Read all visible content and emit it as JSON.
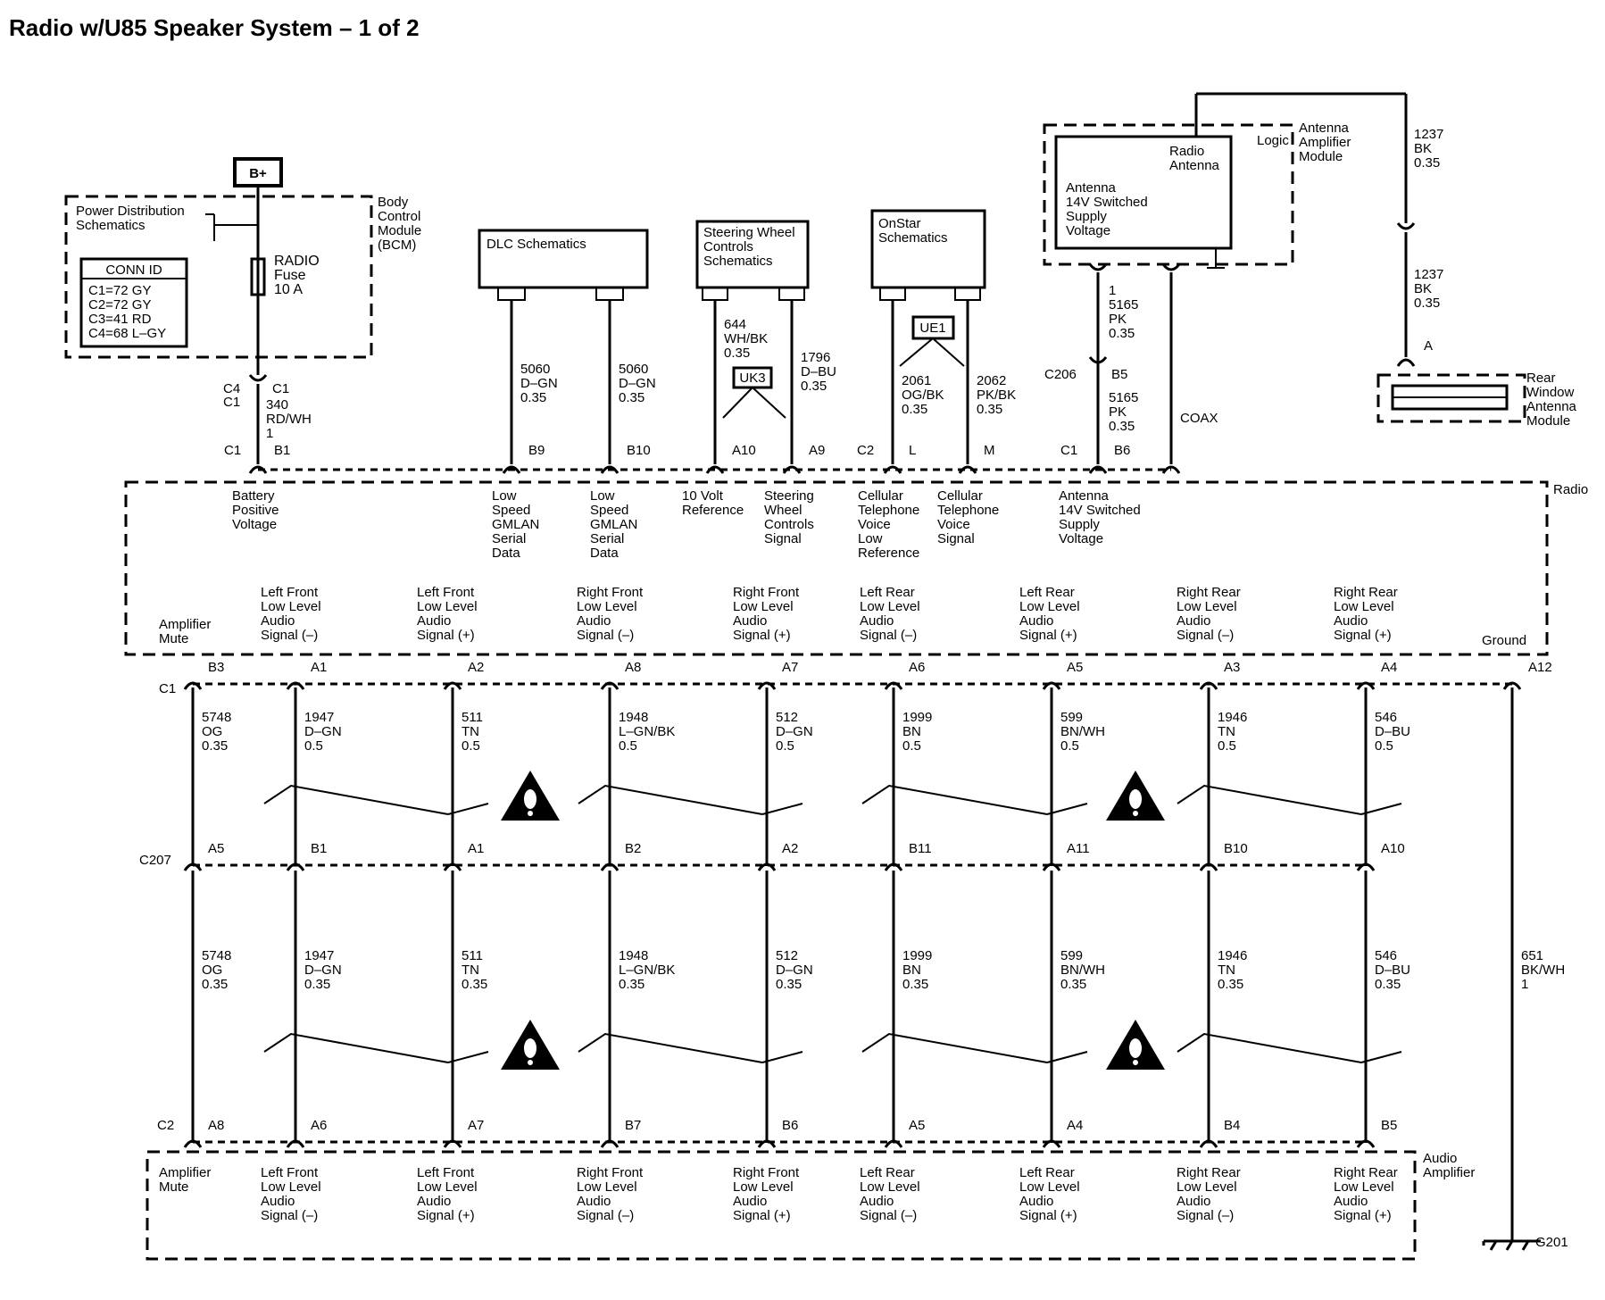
{
  "title": "Radio w/U85 Speaker System – 1 of 2",
  "diagram": {
    "top_boxes": {
      "b_plus": "B+",
      "bcm": {
        "label": [
          "Body",
          "Control",
          "Module",
          "(BCM)"
        ],
        "power_dist": [
          "Power Distribution",
          "Schematics"
        ],
        "fuse": [
          "RADIO",
          "Fuse",
          "10 A"
        ],
        "conn_id_title": "CONN ID",
        "conn_ids": [
          "C1=72 GY",
          "C2=72 GY",
          "C3=41 RD",
          "C4=68 L–GY"
        ]
      },
      "dlc": "DLC Schematics",
      "steering": [
        "Steering Wheel",
        "Controls",
        "Schematics"
      ],
      "onstar": [
        "OnStar",
        "Schematics"
      ],
      "antenna_module": {
        "label": [
          "Antenna",
          "Amplifier",
          "Module"
        ],
        "logic": "Logic",
        "radio_antenna": [
          "Radio",
          "Antenna"
        ],
        "supply": [
          "Antenna",
          "14V Switched",
          "Supply",
          "Voltage"
        ]
      },
      "rear_window": [
        "Rear",
        "Window",
        "Antenna",
        "Module"
      ],
      "uk3": "UK3",
      "ue1": "UE1"
    },
    "upper_wires": [
      {
        "text": [
          "C4",
          "C1"
        ],
        "lines": [
          "340",
          "RD/WH",
          "1"
        ]
      },
      {
        "lines": [
          "5060",
          "D–GN",
          "0.35"
        ]
      },
      {
        "lines": [
          "5060",
          "D–GN",
          "0.35"
        ]
      },
      {
        "lines": [
          "644",
          "WH/BK",
          "0.35"
        ]
      },
      {
        "lines": [
          "1796",
          "D–BU",
          "0.35"
        ]
      },
      {
        "lines": [
          "2061",
          "OG/BK",
          "0.35"
        ]
      },
      {
        "lines": [
          "2062",
          "PK/BK",
          "0.35"
        ]
      },
      {
        "lines": [
          "1",
          "5165",
          "PK",
          "0.35"
        ]
      },
      {
        "lines": [
          "5165",
          "PK",
          "0.35"
        ]
      },
      {
        "lines": [
          "1237",
          "BK",
          "0.35"
        ]
      },
      {
        "lines": [
          "1237",
          "BK",
          "0.35"
        ]
      }
    ],
    "misc_labels": {
      "c206": "C206",
      "b5": "B5",
      "coax": "COAX",
      "a": "A",
      "c1_b6": [
        "C1",
        "B6"
      ],
      "c2": "C2",
      "l": "L",
      "m": "M",
      "c1_b1": [
        "C1",
        "B1"
      ],
      "b9": "B9",
      "b10": "B10",
      "a10": "A10",
      "a9": "A9"
    },
    "radio": {
      "label": "Radio",
      "top_pins": [
        [
          "Battery",
          "Positive",
          "Voltage"
        ],
        [
          "Low",
          "Speed",
          "GMLAN",
          "Serial",
          "Data"
        ],
        [
          "Low",
          "Speed",
          "GMLAN",
          "Serial",
          "Data"
        ],
        [
          "10 Volt",
          "Reference"
        ],
        [
          "Steering",
          "Wheel",
          "Controls",
          "Signal"
        ],
        [
          "Cellular",
          "Telephone",
          "Voice",
          "Low",
          "Reference"
        ],
        [
          "Cellular",
          "Telephone",
          "Voice",
          "Signal"
        ],
        [
          "Antenna",
          "14V Switched",
          "Supply",
          "Voltage"
        ]
      ],
      "bottom_pins": [
        [
          "Amplifier",
          "Mute"
        ],
        [
          "Left Front",
          "Low Level",
          "Audio",
          "Signal (–)"
        ],
        [
          "Left Front",
          "Low Level",
          "Audio",
          "Signal (+)"
        ],
        [
          "Right Front",
          "Low Level",
          "Audio",
          "Signal (–)"
        ],
        [
          "Right Front",
          "Low Level",
          "Audio",
          "Signal (+)"
        ],
        [
          "Left Rear",
          "Low Level",
          "Audio",
          "Signal (–)"
        ],
        [
          "Left Rear",
          "Low Level",
          "Audio",
          "Signal (+)"
        ],
        [
          "Right Rear",
          "Low Level",
          "Audio",
          "Signal (–)"
        ],
        [
          "Right Rear",
          "Low Level",
          "Audio",
          "Signal (+)"
        ]
      ],
      "ground": "Ground"
    },
    "conn_rows": {
      "radio_c1": {
        "name": "C1",
        "pins": [
          "B3",
          "A1",
          "A2",
          "A8",
          "A7",
          "A6",
          "A5",
          "A3",
          "A4"
        ],
        "ground_pin": "A12"
      },
      "c207": {
        "name": "C207",
        "pins": [
          "A5",
          "B1",
          "A1",
          "B2",
          "A2",
          "B11",
          "A11",
          "B10",
          "A10"
        ]
      },
      "amp_c2": {
        "name": "C2",
        "pins": [
          "A8",
          "A6",
          "A7",
          "B7",
          "B6",
          "A5",
          "A4",
          "B4",
          "B5"
        ]
      }
    },
    "wires_mid": [
      [
        "5748",
        "OG",
        "0.35"
      ],
      [
        "1947",
        "D–GN",
        "0.5"
      ],
      [
        "511",
        "TN",
        "0.5"
      ],
      [
        "1948",
        "L–GN/BK",
        "0.5"
      ],
      [
        "512",
        "D–GN",
        "0.5"
      ],
      [
        "1999",
        "BN",
        "0.5"
      ],
      [
        "599",
        "BN/WH",
        "0.5"
      ],
      [
        "1946",
        "TN",
        "0.5"
      ],
      [
        "546",
        "D–BU",
        "0.5"
      ]
    ],
    "wires_low": [
      [
        "5748",
        "OG",
        "0.35"
      ],
      [
        "1947",
        "D–GN",
        "0.35"
      ],
      [
        "511",
        "TN",
        "0.35"
      ],
      [
        "1948",
        "L–GN/BK",
        "0.35"
      ],
      [
        "512",
        "D–GN",
        "0.35"
      ],
      [
        "1999",
        "BN",
        "0.35"
      ],
      [
        "599",
        "BN/WH",
        "0.35"
      ],
      [
        "1946",
        "TN",
        "0.35"
      ],
      [
        "546",
        "D–BU",
        "0.35"
      ]
    ],
    "ground_wire": [
      "651",
      "BK/WH",
      "1"
    ],
    "ground_name": "G201",
    "amplifier": {
      "label": [
        "Audio",
        "Amplifier"
      ],
      "pins": [
        [
          "Amplifier",
          "Mute"
        ],
        [
          "Left Front",
          "Low Level",
          "Audio",
          "Signal (–)"
        ],
        [
          "Left Front",
          "Low Level",
          "Audio",
          "Signal (+)"
        ],
        [
          "Right Front",
          "Low Level",
          "Audio",
          "Signal (–)"
        ],
        [
          "Right Front",
          "Low Level",
          "Audio",
          "Signal (+)"
        ],
        [
          "Left Rear",
          "Low Level",
          "Audio",
          "Signal (–)"
        ],
        [
          "Left Rear",
          "Low Level",
          "Audio",
          "Signal (+)"
        ],
        [
          "Right Rear",
          "Low Level",
          "Audio",
          "Signal (–)"
        ],
        [
          "Right Rear",
          "Low Level",
          "Audio",
          "Signal (+)"
        ]
      ]
    }
  }
}
